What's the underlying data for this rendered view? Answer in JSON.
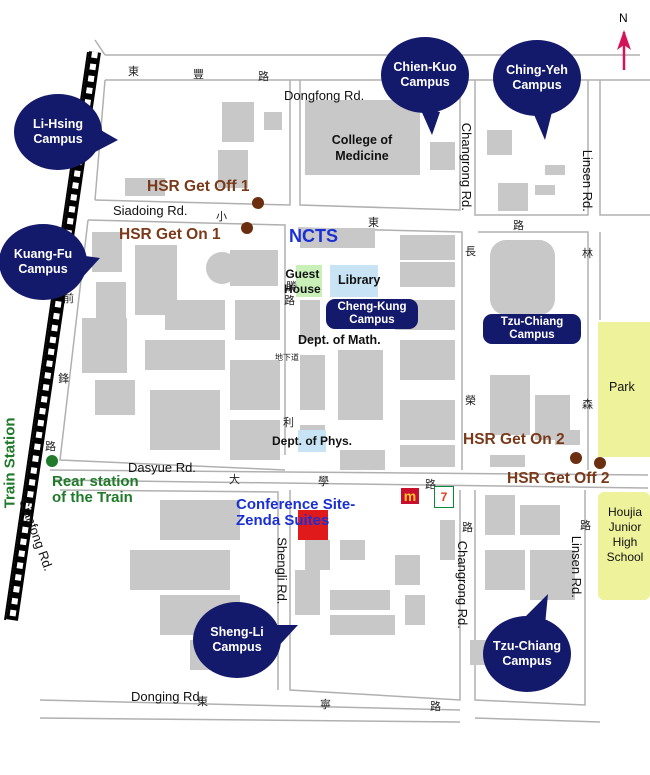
{
  "roads": {
    "dongfong": "Dongfong Rd.",
    "siadoing": "Siadoing Rd.",
    "dasyue": "Dasyue Rd.",
    "donging": "Donging Rd.",
    "changrong_n": "Changrong Rd.",
    "changrong_s": "Changrong Rd.",
    "linsen_n": "Linsen Rd.",
    "linsen_s": "Linsen Rd.",
    "shengli": "Shengli Rd.",
    "cianfong": "Cianfong Rd."
  },
  "chinese_road_chars": {
    "dongfong": [
      "東",
      "豐",
      "路"
    ],
    "siadoing": [
      "小",
      "東",
      "路"
    ],
    "dasyue": [
      "大",
      "學",
      "路"
    ],
    "donging": [
      "東",
      "寧",
      "路"
    ],
    "changrong": [
      "長",
      "榮",
      "路"
    ],
    "linsen": [
      "林",
      "森",
      "路"
    ],
    "shengli": [
      "勝",
      "利",
      "路"
    ],
    "cianfong": [
      "前",
      "鋒",
      "路"
    ],
    "underpass": "地下道"
  },
  "campuses": {
    "lihsing": [
      "Li-Hsing",
      "Campus"
    ],
    "kuangfu": [
      "Kuang-Fu",
      "Campus"
    ],
    "chienkuo": [
      "Chien-Kuo",
      "Campus"
    ],
    "chingyeh": [
      "Ching-Yeh",
      "Campus"
    ],
    "shengli": [
      "Sheng-Li",
      "Campus"
    ],
    "tzuchiang_s": [
      "Tzu-Chiang",
      "Campus"
    ],
    "chengkung": [
      "Cheng-Kung",
      "Campus"
    ],
    "tzuchiang_e": [
      "Tzu-Chiang",
      "Campus"
    ]
  },
  "places": {
    "medicine": [
      "College of",
      "Medicine"
    ],
    "ncts": "NCTS",
    "guest_house": [
      "Guest",
      "House"
    ],
    "library": "Library",
    "math": "Dept. of Math.",
    "phys": "Dept. of Phys.",
    "conference": [
      "Conference Site-",
      "Zenda Suites"
    ],
    "park": "Park",
    "school": [
      "Houjia",
      "Junior",
      "High",
      "School"
    ],
    "train_station": "Train Station",
    "rear_station": [
      "Rear station",
      "of the Train"
    ]
  },
  "hsr": {
    "off1": "HSR Get Off 1",
    "on1": "HSR Get On 1",
    "on2": "HSR Get On 2",
    "off2": "HSR Get Off 2"
  },
  "north": "N",
  "colors": {
    "campus_blue": "#141a6b",
    "hsr_brown": "#7a3a1a",
    "building_gray": "#c8c8c8",
    "ncts_blue": "#1a2fd4",
    "park_yellow": "#eef29a",
    "train_green": "#1f7a2a",
    "north_arrow": "#d4145a",
    "conference_red": "#e01a1a",
    "guest_house_green": "#c8f0b8",
    "library_blue": "#c8e4f4"
  }
}
